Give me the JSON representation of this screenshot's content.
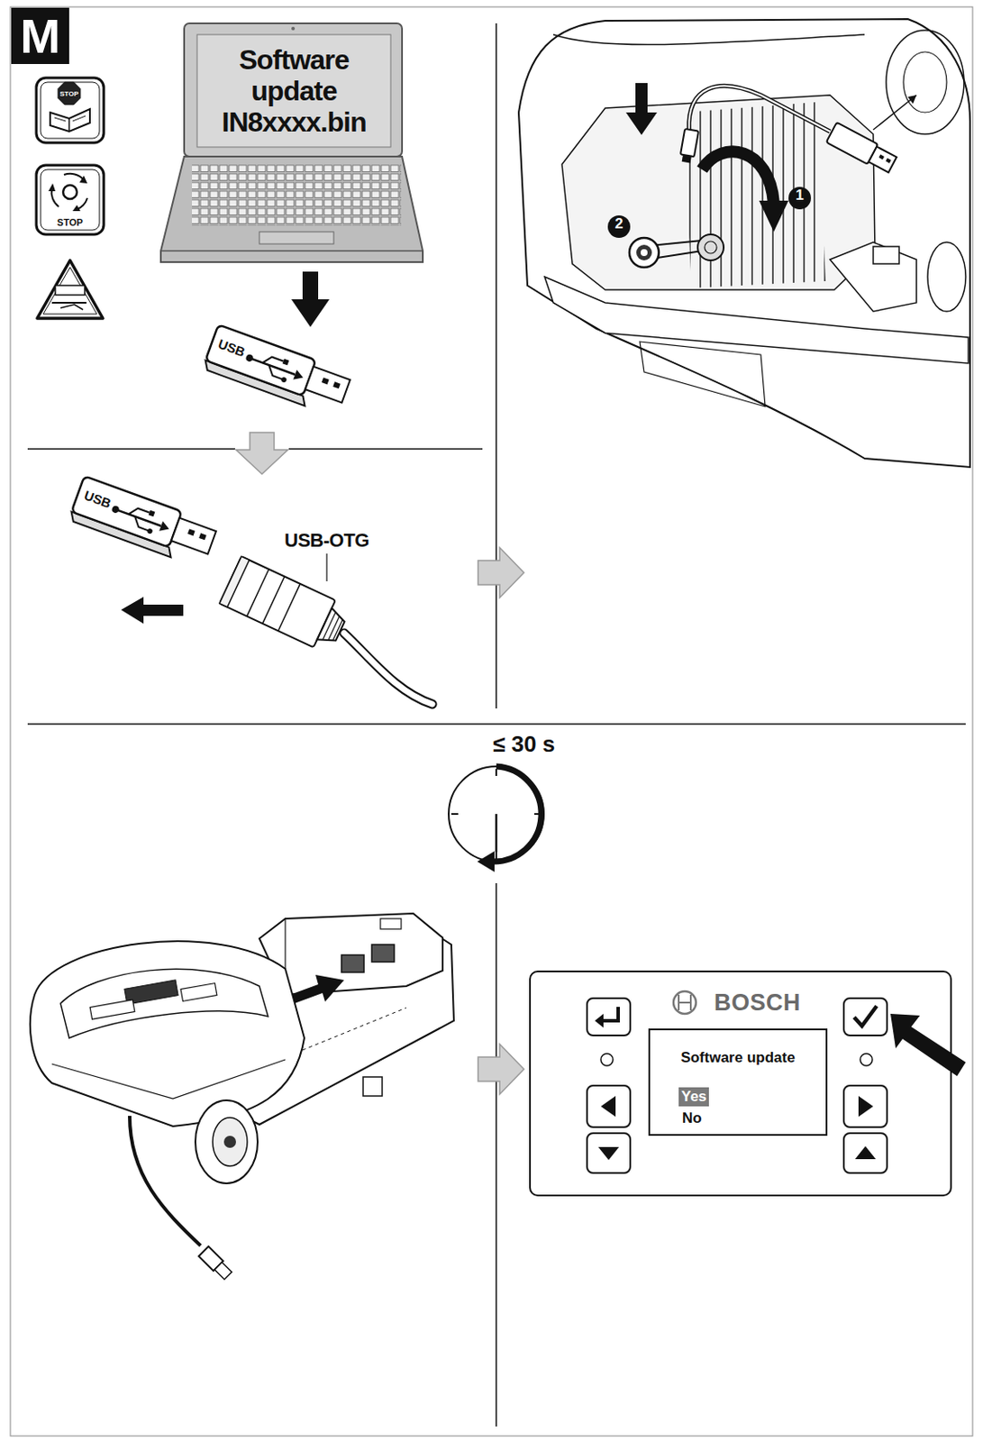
{
  "diagram": {
    "nodes": [
      {
        "text": [
          "M"
        ]
      },
      {
        "text": [
          "Software update IN8xxxx.bin"
        ]
      },
      {
        "text": [
          "BOSCH"
        ]
      },
      {
        "text": [
          "Software update",
          "Yes",
          "No"
        ],
        "in": 2
      }
    ],
    "labels": [
      "STOP",
      "STOP",
      "USB",
      "1",
      "2",
      "USB",
      "USB-OTG",
      "≤ 30 s"
    ]
  }
}
